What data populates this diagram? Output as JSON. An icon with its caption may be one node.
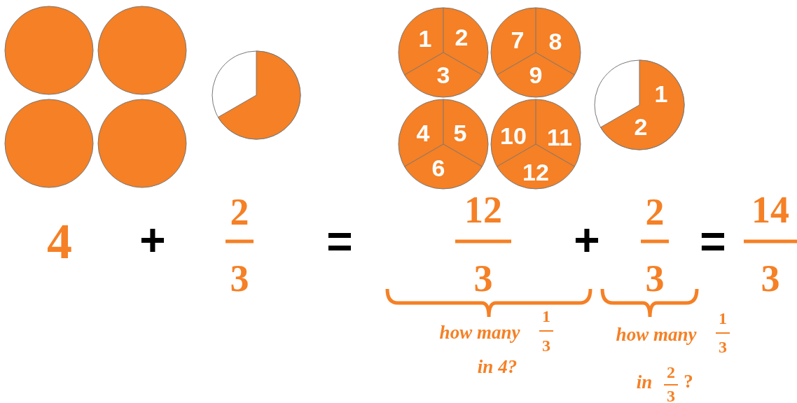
{
  "diagram": {
    "nodes": [
      {
        "text": [],
        "shape": "circle"
      },
      {
        "text": [],
        "shape": "circle"
      },
      {
        "text": [],
        "shape": "circle"
      },
      {
        "text": [],
        "shape": "circle"
      },
      {
        "text": [],
        "shape": "circle"
      },
      {
        "text": [
          "1",
          "2",
          "3"
        ]
      },
      {
        "text": [
          "7",
          "8",
          "9"
        ]
      },
      {
        "text": [
          "4",
          "5",
          "6"
        ]
      },
      {
        "text": [
          "10",
          "11",
          "12"
        ]
      },
      {
        "text": [
          "1",
          "2"
        ]
      }
    ],
    "labels": [
      "4",
      "+",
      "2",
      "3",
      "=",
      "12",
      "3",
      "+",
      "2",
      "3",
      "=",
      "14",
      "3",
      "how many",
      "1",
      "3",
      "in 4?",
      "how many",
      "1",
      "3",
      "in",
      "2",
      "3",
      "?"
    ]
  }
}
